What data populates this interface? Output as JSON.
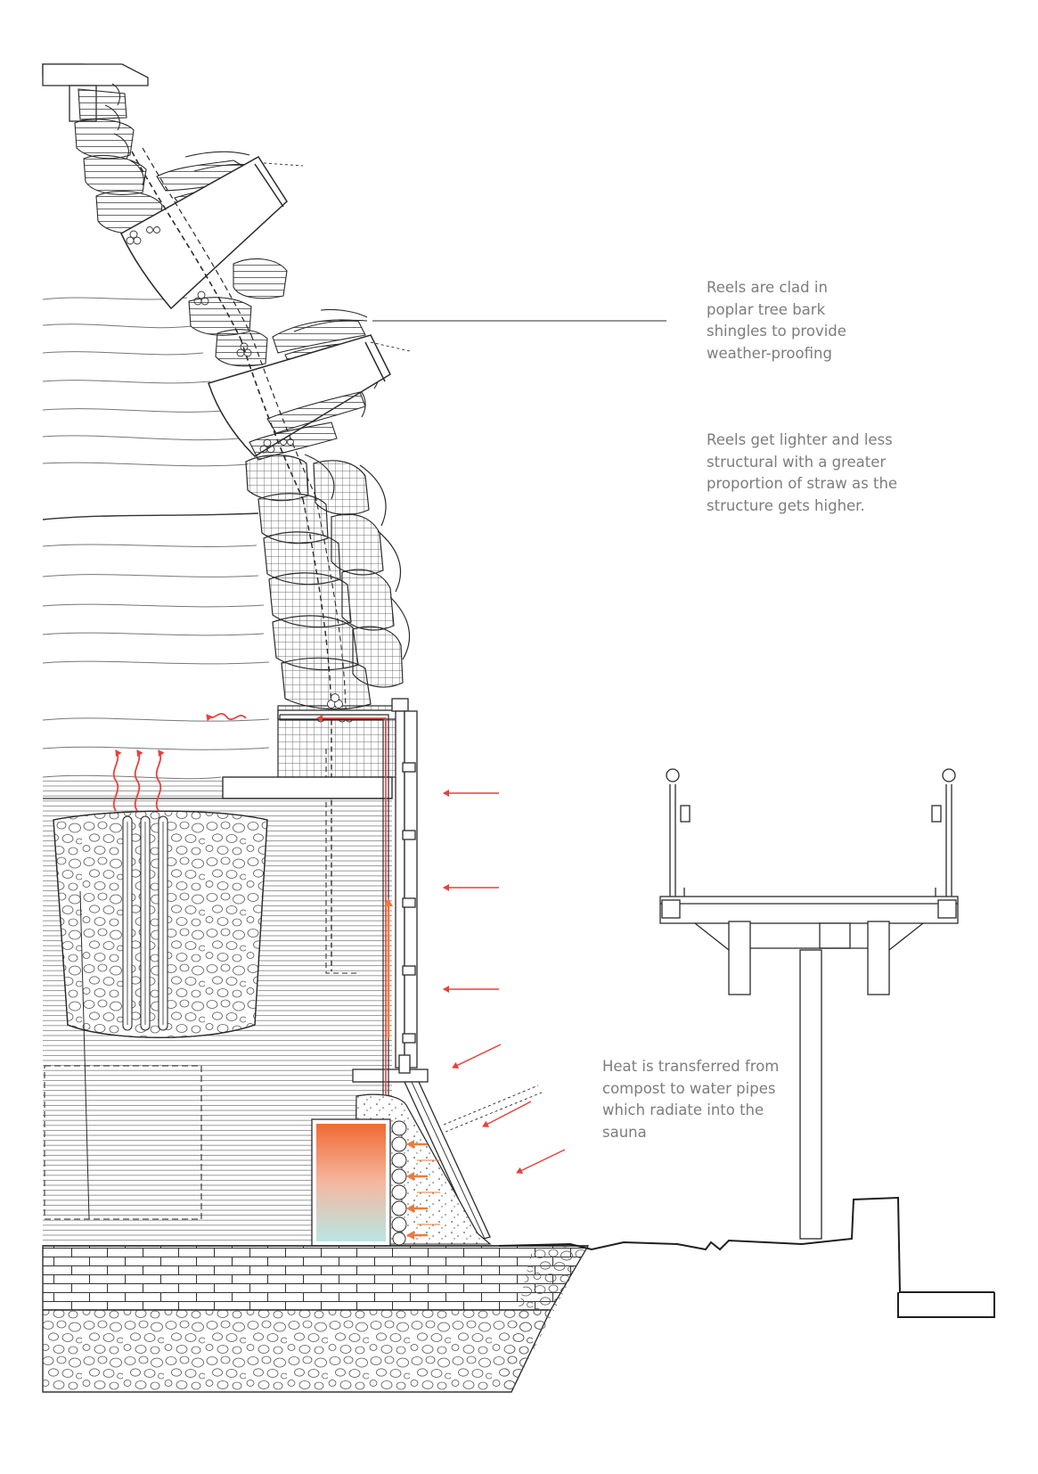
{
  "annotations": {
    "bark": [
      "Reels are clad in",
      "poplar tree bark",
      "shingles to provide",
      "weather-proofing"
    ],
    "reels": [
      "Reels get lighter and less",
      "structural with a greater",
      "proportion of straw as the",
      "structure gets higher."
    ],
    "heat": [
      "Heat is transferred from",
      "compost to water pipes",
      "which radiate into the",
      "sauna"
    ]
  },
  "colors": {
    "line": "#2b2b2b",
    "thin_line": "#777777",
    "heat_arrow": "#e8403a",
    "hot_arrow": "#ee7a3c",
    "tank_top": "#f06a34",
    "tank_bottom": "#b8e6e2",
    "annotation": "#7d7d7d"
  },
  "icons": [
    "heat-wave-icon",
    "arrow-left-icon",
    "arrow-up-icon"
  ]
}
